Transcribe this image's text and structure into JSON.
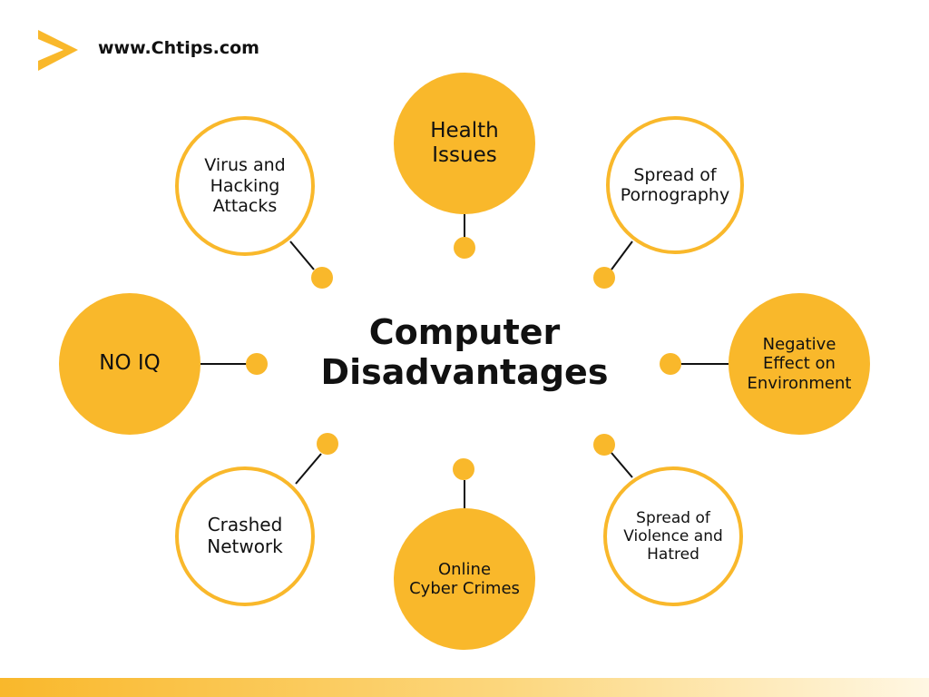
{
  "header": {
    "site": "www.Chtips.com",
    "logo_icon": "chevron-logo-icon"
  },
  "center": {
    "title": "Computer\nDisadvantages"
  },
  "colors": {
    "accent": "#f9b82b",
    "text": "#111111",
    "background": "#ffffff"
  },
  "items": [
    {
      "label": "Health\nIssues"
    },
    {
      "label": "Spread of\nPornography"
    },
    {
      "label": "Negative\nEffect on\nEnvironment"
    },
    {
      "label": "Spread of\nViolence and\nHatred"
    },
    {
      "label": "Online\nCyber Crimes"
    },
    {
      "label": "Crashed\nNetwork"
    },
    {
      "label": "NO IQ"
    },
    {
      "label": "Virus and\nHacking\nAttacks"
    }
  ]
}
